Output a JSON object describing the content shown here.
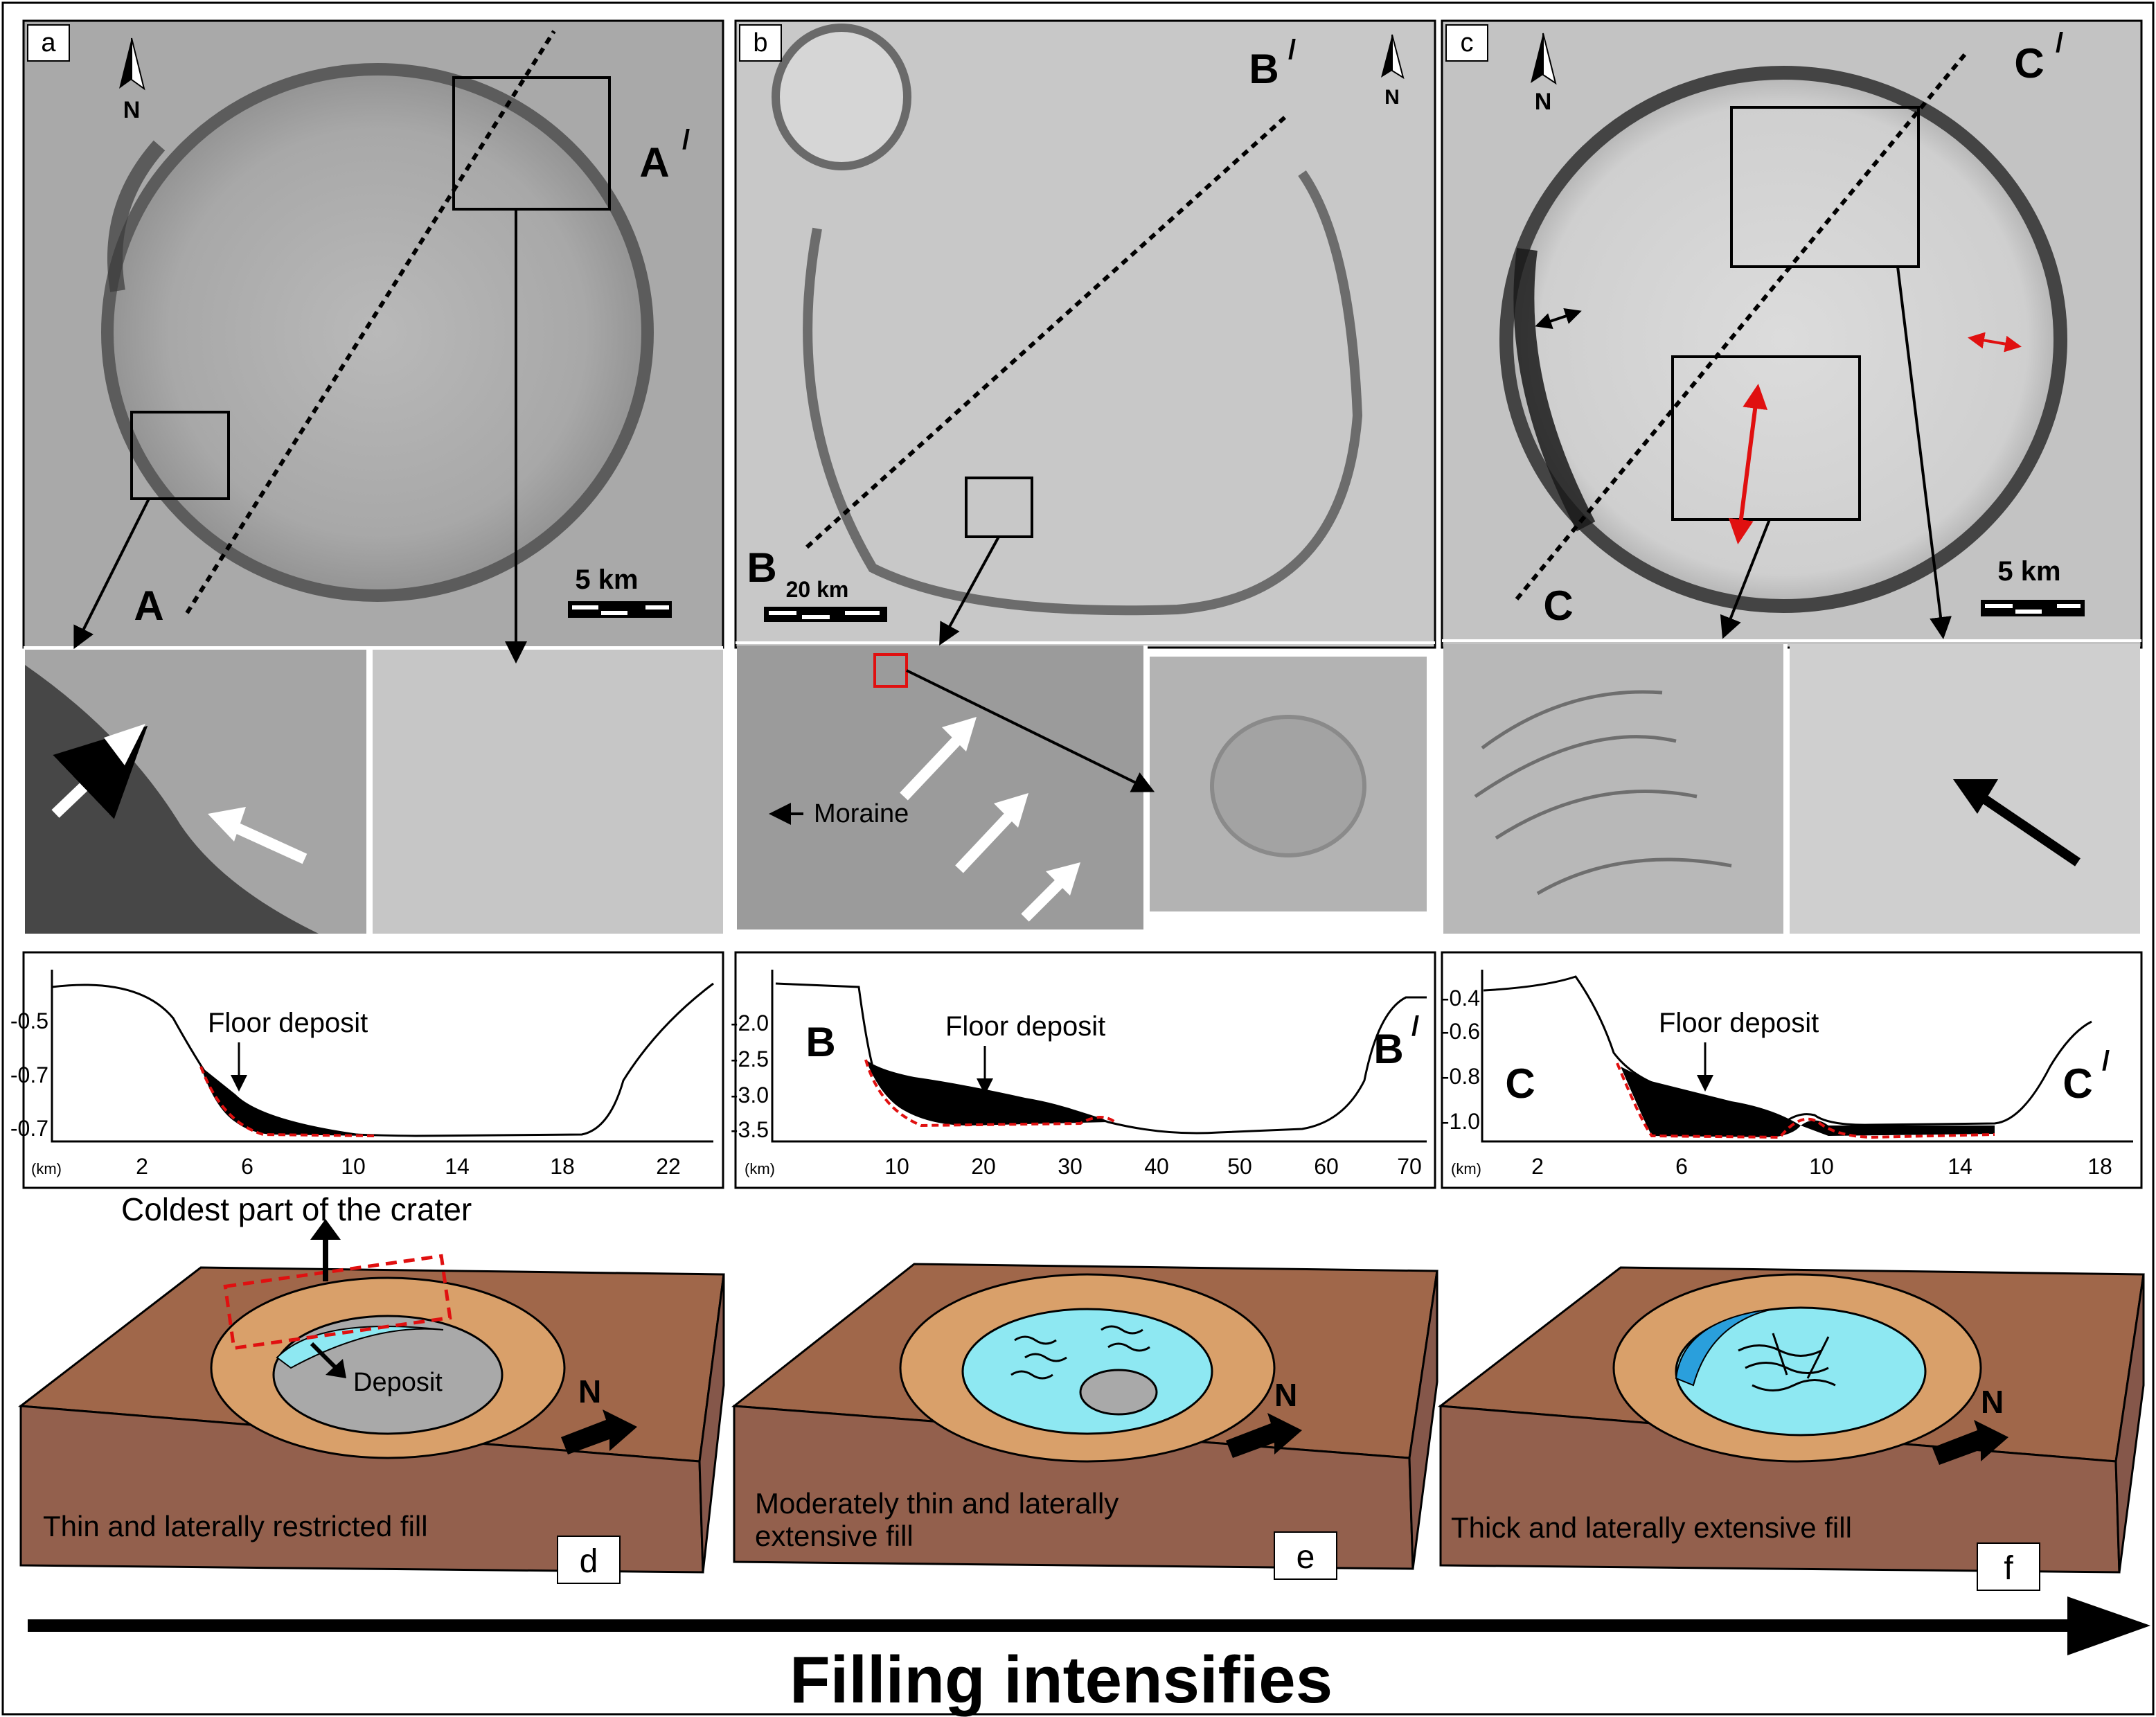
{
  "panels": {
    "a": {
      "letter": "a",
      "north": "N",
      "point_start": "A",
      "point_end": "A",
      "prime_mark": "/",
      "scale_label": "5 km"
    },
    "b": {
      "letter": "b",
      "north": "N",
      "point_start": "B",
      "point_end": "B",
      "prime_mark": "/",
      "scale_label": "20 km",
      "moraine_label": "Moraine"
    },
    "c": {
      "letter": "c",
      "north": "N",
      "point_start": "C",
      "point_end": "C",
      "prime_mark": "/",
      "scale_label": "5 km"
    }
  },
  "profiles": {
    "a": {
      "annotation": "Floor deposit",
      "unit": "(km)",
      "y_ticks": [
        "-0.5",
        "-0.7",
        "-0.7"
      ],
      "x_ticks": [
        "2",
        "6",
        "10",
        "14",
        "18",
        "22"
      ]
    },
    "b": {
      "annotation": "Floor deposit",
      "unit": "(km)",
      "start_label": "B",
      "end_label": "B",
      "prime_mark": "/",
      "y_ticks": [
        "-2.0",
        "-2.5",
        "-3.0",
        "-3.5"
      ],
      "x_ticks": [
        "10",
        "20",
        "30",
        "40",
        "50",
        "60",
        "70"
      ]
    },
    "c": {
      "annotation": "Floor deposit",
      "unit": "(km)",
      "start_label": "C",
      "end_label": "C",
      "prime_mark": "/",
      "y_ticks": [
        "-0.4",
        "-0.6",
        "-0.8",
        "-1.0"
      ],
      "x_ticks": [
        "2",
        "6",
        "10",
        "14",
        "18"
      ]
    }
  },
  "models": {
    "d": {
      "letter": "d",
      "caption": "Thin and laterally restricted fill",
      "coldest_label": "Coldest part of the crater",
      "deposit_label": "Deposit",
      "north": "N"
    },
    "e": {
      "letter": "e",
      "caption_line1": "Moderately thin and laterally",
      "caption_line2": "extensive fill",
      "north": "N"
    },
    "f": {
      "letter": "f",
      "caption": "Thick and laterally extensive fill",
      "north": "N"
    }
  },
  "trend_label": "Filling intensifies",
  "colors": {
    "ground_top": "#a0674a",
    "ground_side": "#93604d",
    "rim": "#d9a06a",
    "ice": "#8ee8f2",
    "ice_dark": "#2a9fdc",
    "floor_gray": "#a9a9a9",
    "profile_fill": "#000000",
    "profile_dash": "#e01010",
    "red_arrow": "#e01010"
  }
}
